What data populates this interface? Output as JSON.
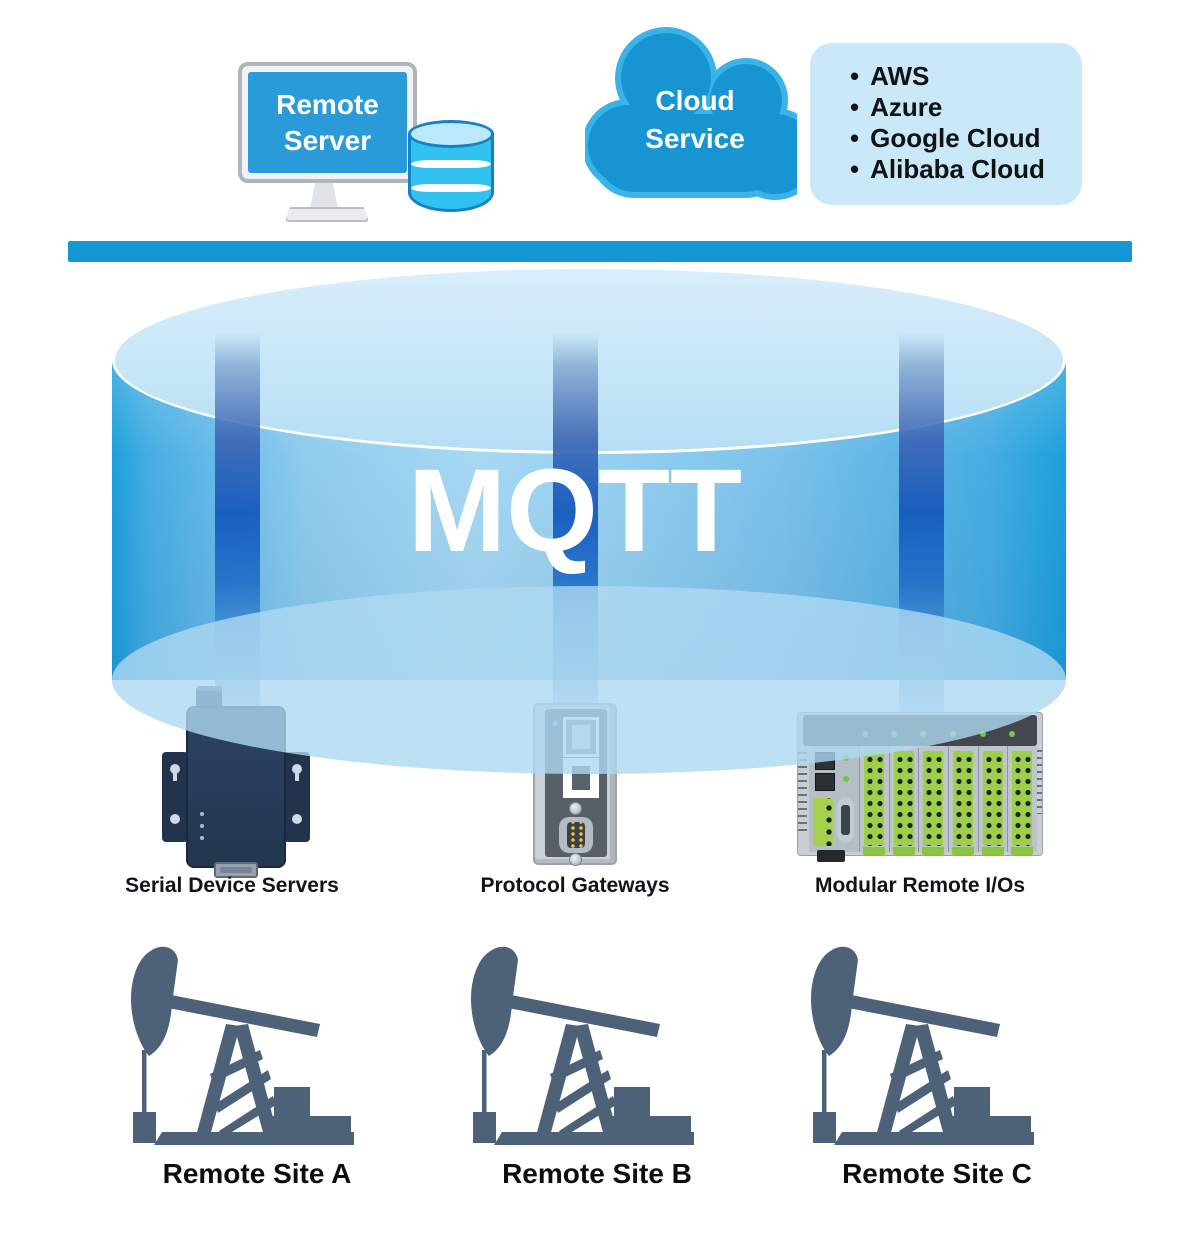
{
  "remote_server": {
    "line1": "Remote",
    "line2": "Server"
  },
  "cloud": {
    "line1": "Cloud",
    "line2": "Service",
    "providers": [
      "AWS",
      "Azure",
      "Google Cloud",
      "Alibaba Cloud"
    ]
  },
  "protocol": {
    "label": "MQTT"
  },
  "devices": [
    {
      "label": "Serial Device Servers"
    },
    {
      "label": "Protocol Gateways"
    },
    {
      "label": "Modular Remote I/Os"
    }
  ],
  "sites": [
    {
      "label": "Remote Site A"
    },
    {
      "label": "Remote Site B"
    },
    {
      "label": "Remote Site C"
    }
  ],
  "colors": {
    "accent": "#1596d6",
    "cloud_fill": "#1795d3",
    "cloud_outline": "#3ab4e8",
    "panel_bg": "#c9e8f8",
    "cylinder_light": "#A6D8F3",
    "pillar": "#1E64BD",
    "device_navy": "#263B58",
    "io_green": "#9CCF4A",
    "pumpjack": "#4D6278"
  }
}
